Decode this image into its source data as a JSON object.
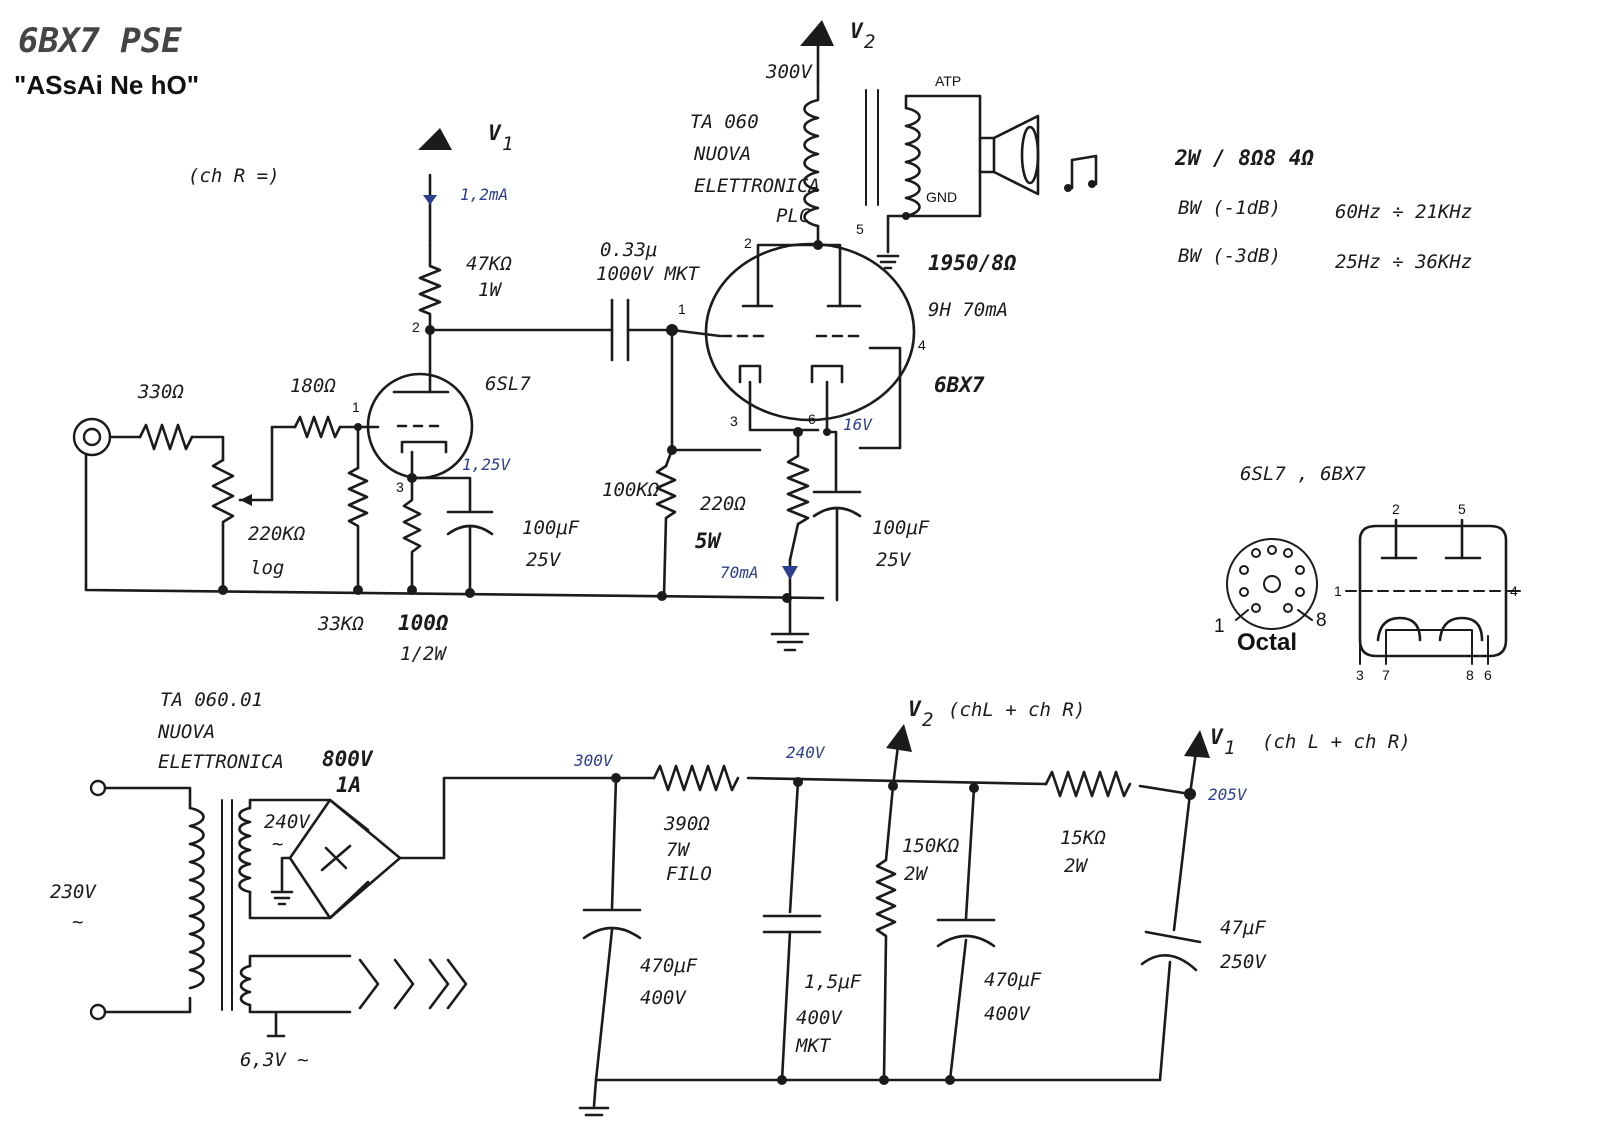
{
  "header": {
    "title": "6BX7 PSE",
    "subtitle": "\"ASsAi Ne hO\"",
    "channel": "(ch R =)"
  },
  "specs": {
    "power": "2W / 8Ω8 4Ω",
    "bw1_label": "BW (-1dB)",
    "bw1_range": "60Hz ÷ 21KHz",
    "bw3_label": "BW (-3dB)",
    "bw3_range": "25Hz ÷ 36KHz"
  },
  "supply_labels": {
    "v1": "V",
    "v1_sub": "1",
    "v2": "V",
    "v2_sub": "2",
    "v2_note": "(chL + ch R)",
    "v1_note": "(ch L + ch R)"
  },
  "amp": {
    "r_in": "330Ω",
    "r_grid": "180Ω",
    "pot_value": "220KΩ",
    "pot_taper": "log",
    "r_gridleak": "33KΩ",
    "r_cathode1": "100Ω",
    "r_cathode1_w": "1/2W",
    "c_bypass1": "100μF",
    "c_bypass1_v": "25V",
    "r_plate_val": "47KΩ",
    "r_plate_w": "1W",
    "plate_current": "1,2mA",
    "cathode1_v": "1,25V",
    "tube1": "6SL7",
    "c_coupling": "0.33μ",
    "c_coupling_type": "1000V MKT",
    "r_grid2": "100KΩ",
    "r_cathode2": "220Ω",
    "r_cathode2_w": "5W",
    "cathode2_current": "70mA",
    "cathode2_v": "16V",
    "c_bypass2": "100μF",
    "c_bypass2_v": "25V",
    "tube2": "6BX7",
    "ot_model": "TA 060",
    "ot_maker1": "NUOVA",
    "ot_maker2": "ELETTRONICA",
    "ot_plate": "PLC",
    "ot_supply": "300V",
    "ot_ratio": "1950/8Ω",
    "ot_spec": "9H 70mA",
    "ot_atp": "ATP",
    "ot_gnd": "GND",
    "pins": {
      "p2a": "2",
      "p1a": "1",
      "p3a": "3",
      "p2b": "2",
      "p5b": "5",
      "p1b": "1",
      "p4b": "4",
      "p3b": "3",
      "p6b": "6"
    }
  },
  "pinout": {
    "title": "6SL7 , 6BX7",
    "octal_label": "Octal",
    "socket_pin_1": "1",
    "socket_pin_8": "8",
    "pins": [
      "2",
      "5",
      "1",
      "4",
      "3",
      "7",
      "8",
      "6"
    ]
  },
  "psu": {
    "pt_model": "TA 060.01",
    "pt_maker1": "NUOVA",
    "pt_maker2": "ELETTRONICA",
    "mains": "230V",
    "mains_ac": "~",
    "sec_hv": "240V",
    "sec_hv_ac": "~",
    "sec_fil": "6,3V ~",
    "bridge": "800V",
    "bridge_a": "1A",
    "v_300": "300V",
    "v_240": "240V",
    "v_205": "205V",
    "r1": "390Ω",
    "r1_w": "7W",
    "r1_type": "FILO",
    "r2": "150KΩ",
    "r2_w": "2W",
    "r3": "15KΩ",
    "r3_w": "2W",
    "c1": "470μF",
    "c1_v": "400V",
    "c2": "1,5μF",
    "c2_v": "400V",
    "c2_type": "MKT",
    "c3": "470μF",
    "c3_v": "400V",
    "c4": "47μF",
    "c4_v": "250V"
  }
}
